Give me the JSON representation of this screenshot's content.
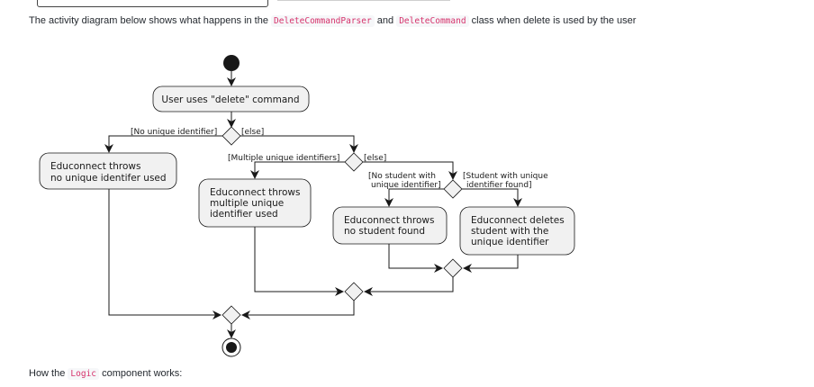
{
  "intro": {
    "prefix": "The activity diagram below shows what happens in the",
    "class1": "DeleteCommandParser",
    "and": "and",
    "class2": "DeleteCommand",
    "suffix": "class when delete is used by the user"
  },
  "diagram": {
    "start_action": "User uses \"delete\" command",
    "guards": {
      "no_unique": "[No unique identifier]",
      "else1": "[else]",
      "multiple": "[Multiple unique identifiers]",
      "else2": "[else]",
      "no_student_l1": "[No student with",
      "no_student_l2": "unique identifier]",
      "found_l1": "[Student with unique",
      "found_l2": "identifier found]"
    },
    "actions": {
      "no_unique_l1": "Educonnect throws",
      "no_unique_l2": "no unique identifer used",
      "multiple_l1": "Educonnect throws",
      "multiple_l2": "multiple unique",
      "multiple_l3": "identifier used",
      "not_found_l1": "Educonnect throws",
      "not_found_l2": "no student found",
      "deletes_l1": "Educonnect deletes",
      "deletes_l2": "student with the",
      "deletes_l3": "unique identifier"
    },
    "colors": {
      "node_fill": "#f1f1f1",
      "node_stroke": "#181818"
    }
  },
  "outro": {
    "prefix": "How the",
    "code": "Logic",
    "suffix": "component works:"
  }
}
